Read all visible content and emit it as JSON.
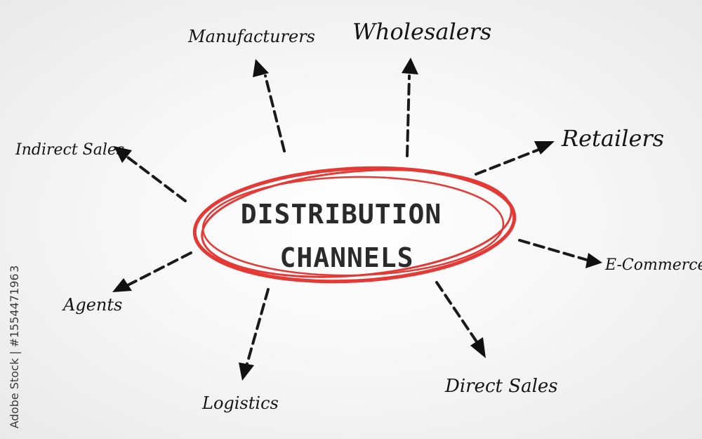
{
  "diagram": {
    "center": {
      "line1": "DISTRIBUTION",
      "line2": "CHANNELS",
      "ring_color": "#e53935"
    },
    "nodes": {
      "manufacturers": "Manufacturers",
      "wholesalers": "Wholesalers",
      "retailers": "Retailers",
      "ecommerce": "E-Commerce",
      "direct_sales": "Direct Sales",
      "logistics": "Logistics",
      "agents": "Agents",
      "indirect_sales": "Indirect Sales"
    },
    "arrow_color": "#1a1a1a"
  },
  "watermark": {
    "side_text": "Adobe Stock | #155447196 3"
  }
}
